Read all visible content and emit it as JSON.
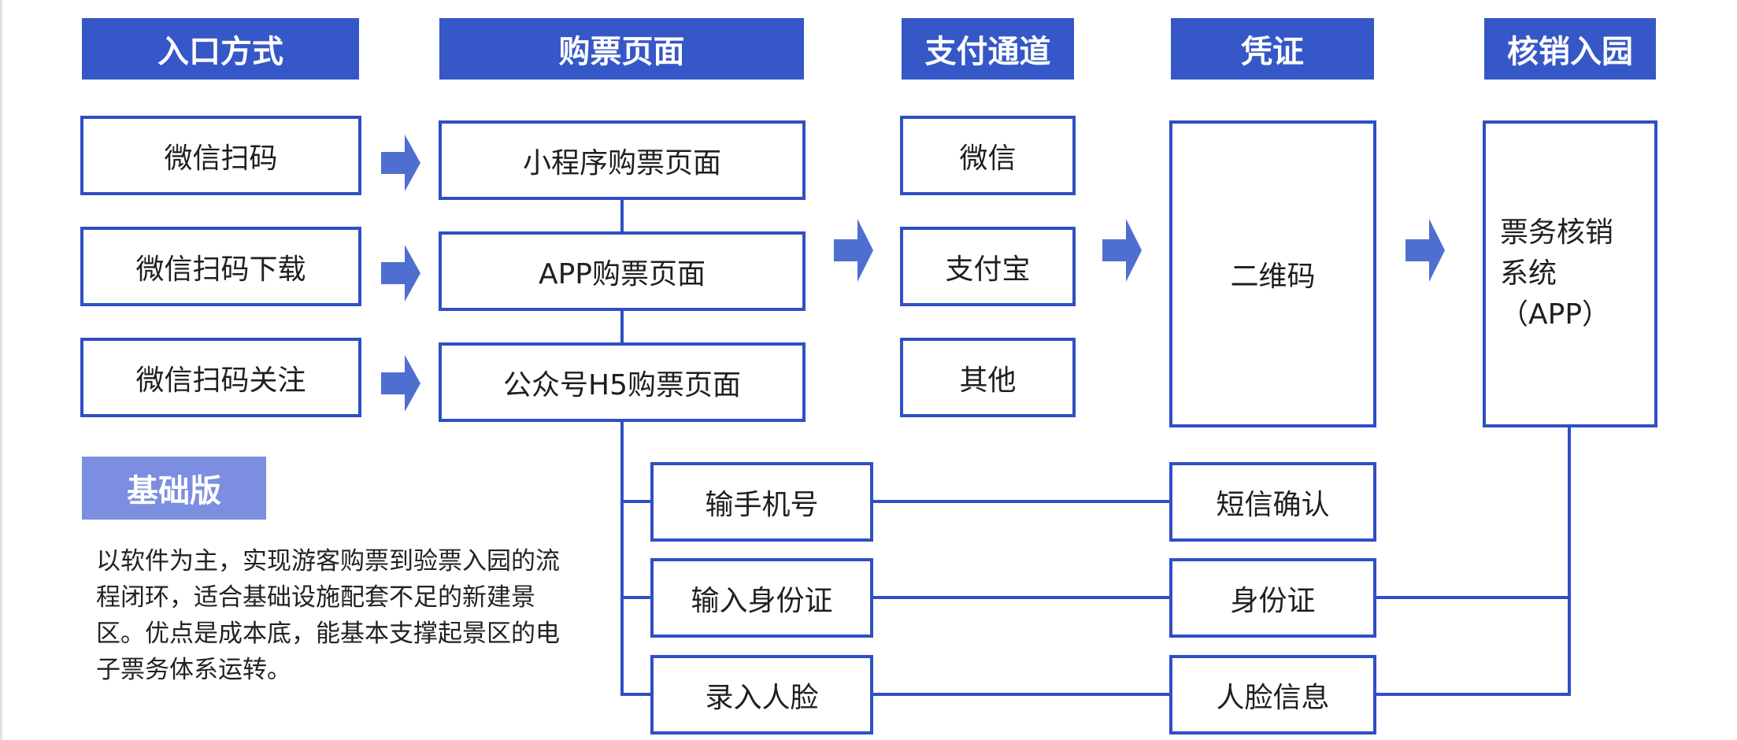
{
  "headers": {
    "entry": "入口方式",
    "page": "购票页面",
    "payment": "支付通道",
    "voucher": "凭证",
    "checkin": "核销入园"
  },
  "entry_items": [
    "微信扫码",
    "微信扫码下载",
    "微信扫码关注"
  ],
  "page_items": [
    "小程序购票页面",
    "APP购票页面",
    "公众号H5购票页面"
  ],
  "payment_items": [
    "微信",
    "支付宝",
    "其他"
  ],
  "voucher_main": "二维码",
  "checkin_main": "票务核销系统（APP）",
  "input_items": [
    "输手机号",
    "输入身份证",
    "录入人脸"
  ],
  "voucher_items": [
    "短信确认",
    "身份证",
    "人脸信息"
  ],
  "badge": "基础版",
  "description": "以软件为主，实现游客购票到验票入园的流程闭环，适合基础设施配套不足的新建景区。优点是成本底，能基本支撑起景区的电子票务体系运转。",
  "colors": {
    "header_blue": "#3557c8",
    "border_blue": "#2f4fc4",
    "arrow_blue": "#4f6fd0",
    "badge_blue": "#7c8ee0"
  }
}
